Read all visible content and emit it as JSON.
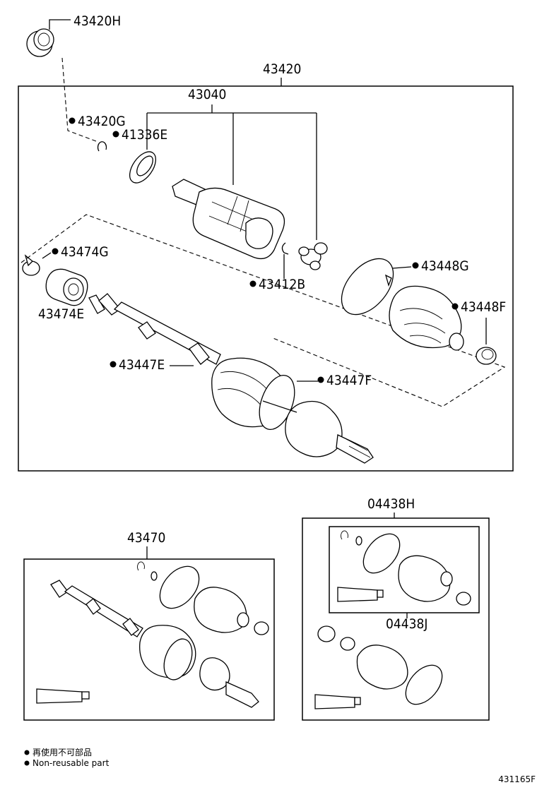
{
  "labels": {
    "p43420H": "43420H",
    "p43420": "43420",
    "p43040": "43040",
    "p43420G": "43420G",
    "p41336E": "41336E",
    "p43474G": "43474G",
    "p43474E": "43474E",
    "p43412B": "43412B",
    "p43448G": "43448G",
    "p43448F": "43448F",
    "p43447E": "43447E",
    "p43447F": "43447F",
    "p04438H": "04438H",
    "p43470": "43470",
    "p04438J": "04438J"
  },
  "legend": {
    "jp": "再使用不可部品",
    "en": "Non-reusable part"
  },
  "diagram_code": "431165F"
}
